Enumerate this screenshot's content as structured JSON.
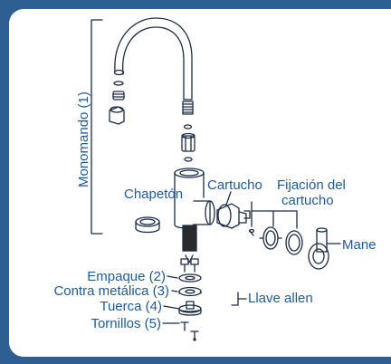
{
  "labels": {
    "monomando": "Monomando (1)",
    "chapeton": "Chapetón",
    "cartucho": "Cartucho",
    "fijacion_line1": "Fijación del",
    "fijacion_line2": "cartucho",
    "manija": "Mane",
    "llave_allen": "Llave allen",
    "empaque": "Empaque (2)",
    "contra_metalica": "Contra metálica (3)",
    "tuerca": "Tuerca (4)",
    "tornillos": "Tornillos (5)"
  },
  "colors": {
    "background": "#2d5f92",
    "panel": "#ffffff",
    "label": "#1f5a9a",
    "line": "#1a2b45"
  }
}
